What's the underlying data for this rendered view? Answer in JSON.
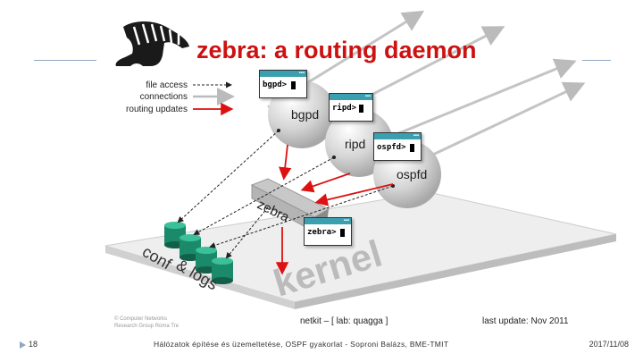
{
  "title": "zebra: a routing daemon",
  "legend": {
    "file_access": "file access",
    "connections": "connections",
    "routing_updates": "routing updates"
  },
  "daemons": {
    "bgpd": "bgpd",
    "ripd": "ripd",
    "ospfd": "ospfd",
    "zebra": "zebra"
  },
  "prompts": {
    "bgpd": "bgpd>",
    "ripd": "ripd>",
    "ospfd": "ospfd>",
    "zebra": "zebra>"
  },
  "labels": {
    "conf_logs_1": "conf",
    "conf_logs_2": "& logs",
    "kernel": "kernel"
  },
  "credits": {
    "copyright_1": "© Computer Networks",
    "copyright_2": "Research Group Roma Tre",
    "netkit": "netkit – [ lab: quagga ]",
    "last_update": "last update: Nov 2011"
  },
  "footer": {
    "slide_number": "18",
    "subject": "Hálózatok építése és üzemeltetése, OSPF gyakorlat - Soproni Balázs, BME-TMIT",
    "date": "2017/11/08"
  },
  "colors": {
    "title": "#cc1111",
    "routing_update_arrow": "#dd1111",
    "terminal_bar": "#3aa0b0",
    "sphere": "#d8d8d8",
    "db": "#1a8a6a"
  }
}
